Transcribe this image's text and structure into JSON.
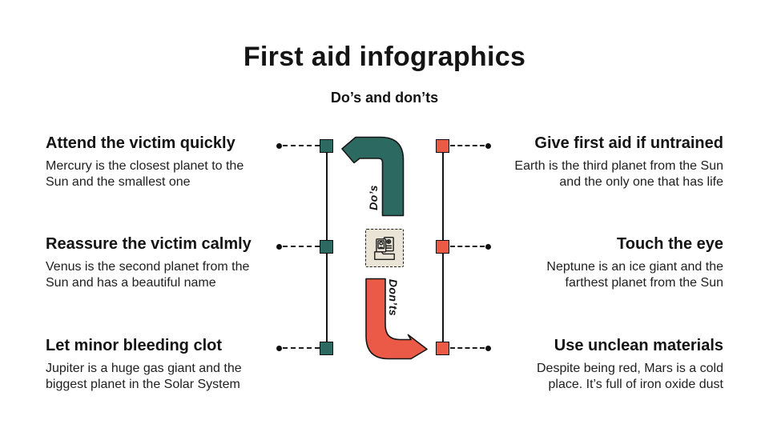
{
  "slide": {
    "title": "First aid infographics",
    "subtitle": "Do’s and don’ts"
  },
  "dos": {
    "label": "Do’s",
    "color": "#2C6A61",
    "items": [
      {
        "heading": "Attend the victim quickly",
        "body": "Mercury is the closest planet to the Sun and the smallest one"
      },
      {
        "heading": "Reassure the victim calmly",
        "body": "Venus is the second planet from the Sun and has a beautiful name"
      },
      {
        "heading": "Let minor bleeding clot",
        "body": "Jupiter is a huge gas giant and the biggest planet in the Solar System"
      }
    ]
  },
  "donts": {
    "label": "Don’ts",
    "color": "#EA5A47",
    "items": [
      {
        "heading": "Give first aid if untrained",
        "body": "Earth is the third planet from the Sun and the only one that has life"
      },
      {
        "heading": "Touch the eye",
        "body": "Neptune is an ice giant and the farthest planet from the Sun"
      },
      {
        "heading": "Use unclean materials",
        "body": "Despite being red, Mars is a cold place. It’s full of iron oxide dust"
      }
    ]
  },
  "center_icon": {
    "name": "first-aid-documents-icon",
    "background": "#EAE4D6"
  }
}
